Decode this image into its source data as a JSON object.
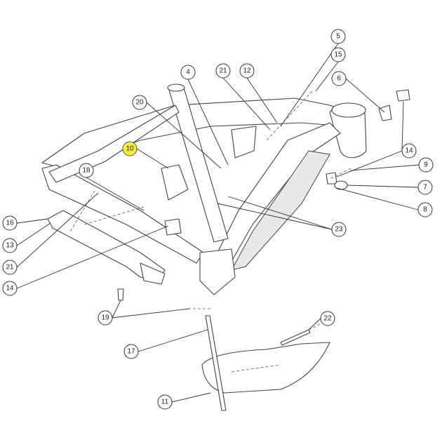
{
  "diagram": {
    "title": "E-bike frame exploded parts view",
    "highlight_color": "#f5f03a",
    "callouts": [
      {
        "label": "5"
      },
      {
        "label": "15"
      },
      {
        "label": "4"
      },
      {
        "label": "21"
      },
      {
        "label": "12"
      },
      {
        "label": "6"
      },
      {
        "label": "20"
      },
      {
        "label": "10",
        "highlighted": true
      },
      {
        "label": "14"
      },
      {
        "label": "9"
      },
      {
        "label": "18"
      },
      {
        "label": "7"
      },
      {
        "label": "8"
      },
      {
        "label": "16"
      },
      {
        "label": "23"
      },
      {
        "label": "13"
      },
      {
        "label": "21"
      },
      {
        "label": "14"
      },
      {
        "label": "19"
      },
      {
        "label": "22"
      },
      {
        "label": "17"
      },
      {
        "label": "11"
      }
    ]
  }
}
